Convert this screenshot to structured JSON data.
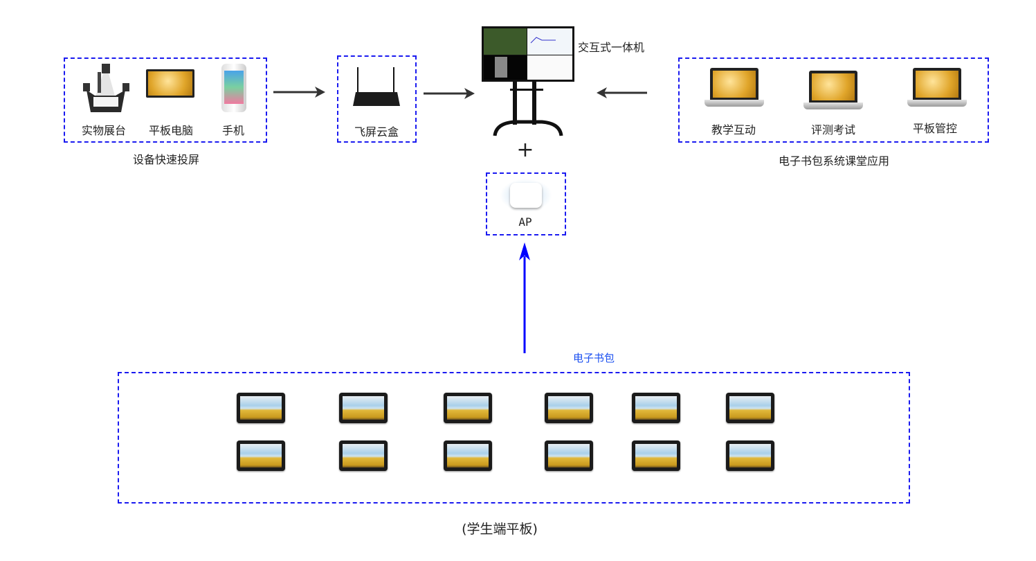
{
  "source_devices": {
    "items": [
      {
        "label": "实物展台",
        "icon": "document-camera-icon"
      },
      {
        "label": "平板电脑",
        "icon": "tablet-icon"
      },
      {
        "label": "手机",
        "icon": "smartphone-icon"
      }
    ],
    "caption": "设备快速投屏"
  },
  "cloud_box": {
    "label": "飞屏云盒",
    "icon": "router-icon"
  },
  "display": {
    "label": "交互式一体机",
    "icon": "interactive-display-icon"
  },
  "plus": "+",
  "ap": {
    "label": "AP",
    "icon": "wireless-access-point-icon"
  },
  "apps": {
    "items": [
      {
        "label": "教学互动",
        "icon": "laptop-icon"
      },
      {
        "label": "评测考试",
        "icon": "laptop-icon"
      },
      {
        "label": "平板管控",
        "icon": "laptop-icon"
      }
    ],
    "caption": "电子书包系统课堂应用"
  },
  "uplink_label": "电子书包",
  "students": {
    "caption": "(学生端平板)",
    "rows": 2,
    "columns": 6,
    "icon": "tablet-icon"
  },
  "colors": {
    "dashed_border": "#1a1af0",
    "uplink_arrow": "#0000ff",
    "arrows": "#333333",
    "uplink_label": "#1a4ff0"
  }
}
